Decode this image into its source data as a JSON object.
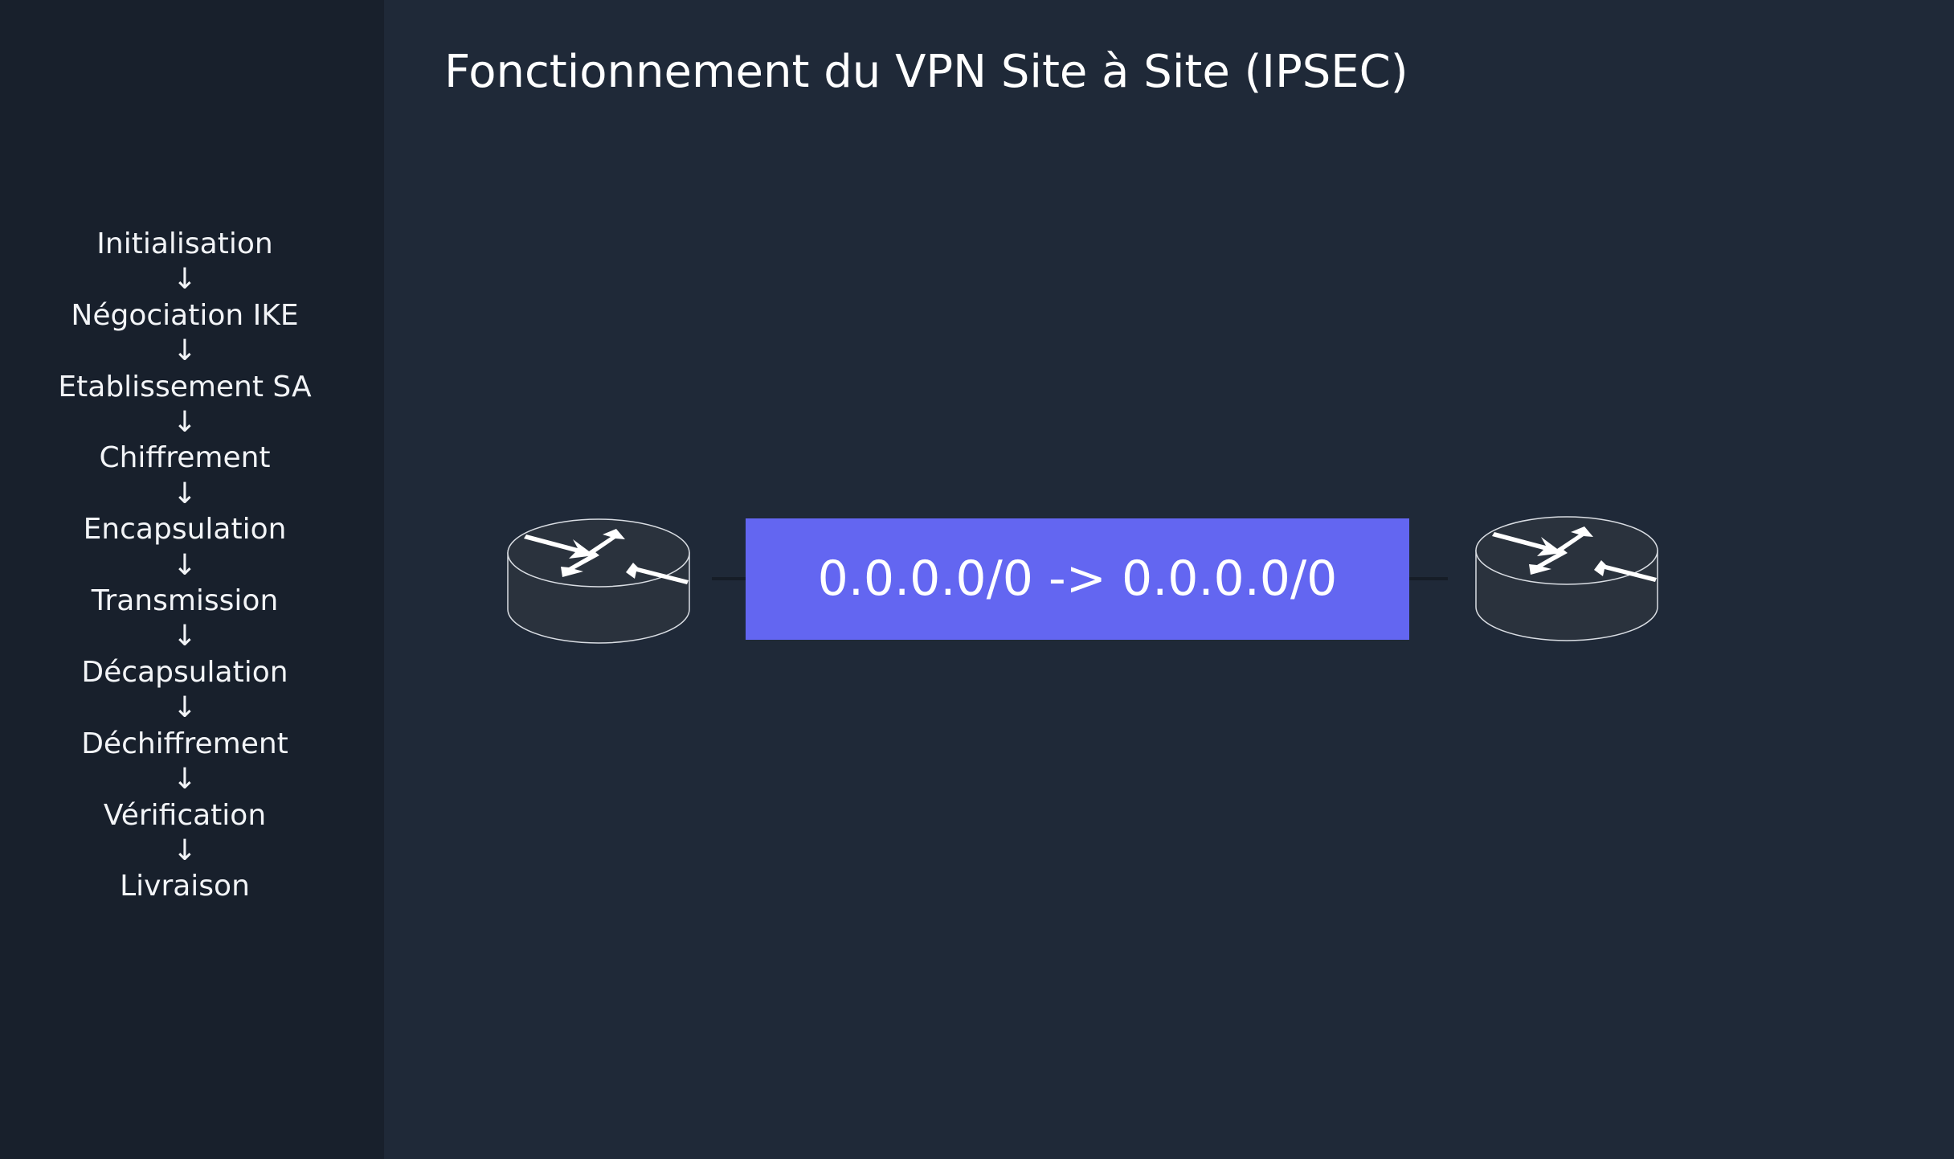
{
  "title": "Fonctionnement du VPN Site à Site (IPSEC)",
  "steps": [
    "Initialisation",
    "↓",
    "Négociation IKE",
    "↓",
    "Etablissement SA",
    "↓",
    "Chiffrement",
    "↓",
    "Encapsulation",
    "↓",
    "Transmission",
    "↓",
    "Décapsulation",
    "↓",
    "Déchiffrement",
    "↓",
    "Vérification",
    "↓",
    "Livraison"
  ],
  "tunnel": {
    "route": "0.0.0.0/0 -> 0.0.0.0/0"
  },
  "colors": {
    "background": "#1f2938",
    "sidebar": "#18202c",
    "accent": "#6366f1",
    "router_body": "#2a323d"
  },
  "icons": [
    "router-icon",
    "router-icon"
  ]
}
